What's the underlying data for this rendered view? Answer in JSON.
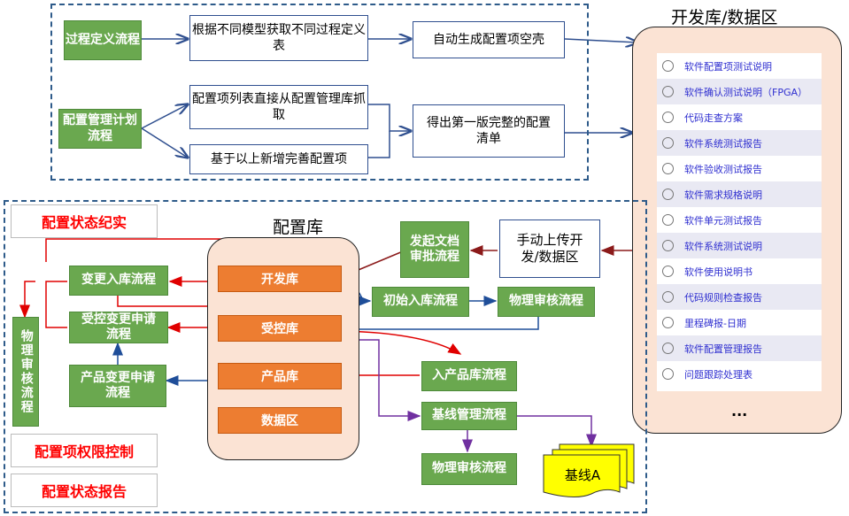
{
  "top": {
    "process_def_flow": "过程定义流程",
    "get_process_def": "根据不同模型获取不同过程定义表",
    "auto_gen_shell": "自动生成配置项空壳",
    "config_mgmt_plan_flow": "配置管理计划流程",
    "fetch_from_lib": "配置项列表直接从配置管理库抓取",
    "add_improve": "基于以上新增完善配置项",
    "first_full_list": "得出第一版完整的配置清单"
  },
  "devlib": {
    "title": "开发库/数据区",
    "items": [
      "软件配置项测试说明",
      "软件确认测试说明（FPGA）",
      "代码走查方案",
      "软件系统测试报告",
      "软件验收测试报告",
      "软件需求规格说明",
      "软件单元测试报告",
      "软件系统测试说明",
      "软件使用说明书",
      "代码规则检查报告",
      "里程碑报-日期",
      "软件配置管理报告",
      "问题跟踪处理表"
    ],
    "ellipsis": "..."
  },
  "bottom": {
    "status_record": "配置状态纪实",
    "perm_control": "配置项权限控制",
    "status_report": "配置状态报告",
    "config_lib_title": "配置库",
    "dev_lib": "开发库",
    "controlled_lib": "受控库",
    "product_lib": "产品库",
    "data_area": "数据区",
    "change_in_flow": "变更入库流程",
    "controlled_change_req": "受控变更申请流程",
    "product_change_req": "产品变更申请流程",
    "physical_audit_left": "物理审核流程",
    "doc_approval": "发起文档审批流程",
    "manual_upload": "手动上传开发/数据区",
    "initial_in_flow": "初始入库流程",
    "physical_audit_mid": "物理审核流程",
    "product_in_flow": "入产品库流程",
    "baseline_mgmt": "基线管理流程",
    "physical_audit_bottom": "物理审核流程",
    "baseline_a": "基线A"
  }
}
